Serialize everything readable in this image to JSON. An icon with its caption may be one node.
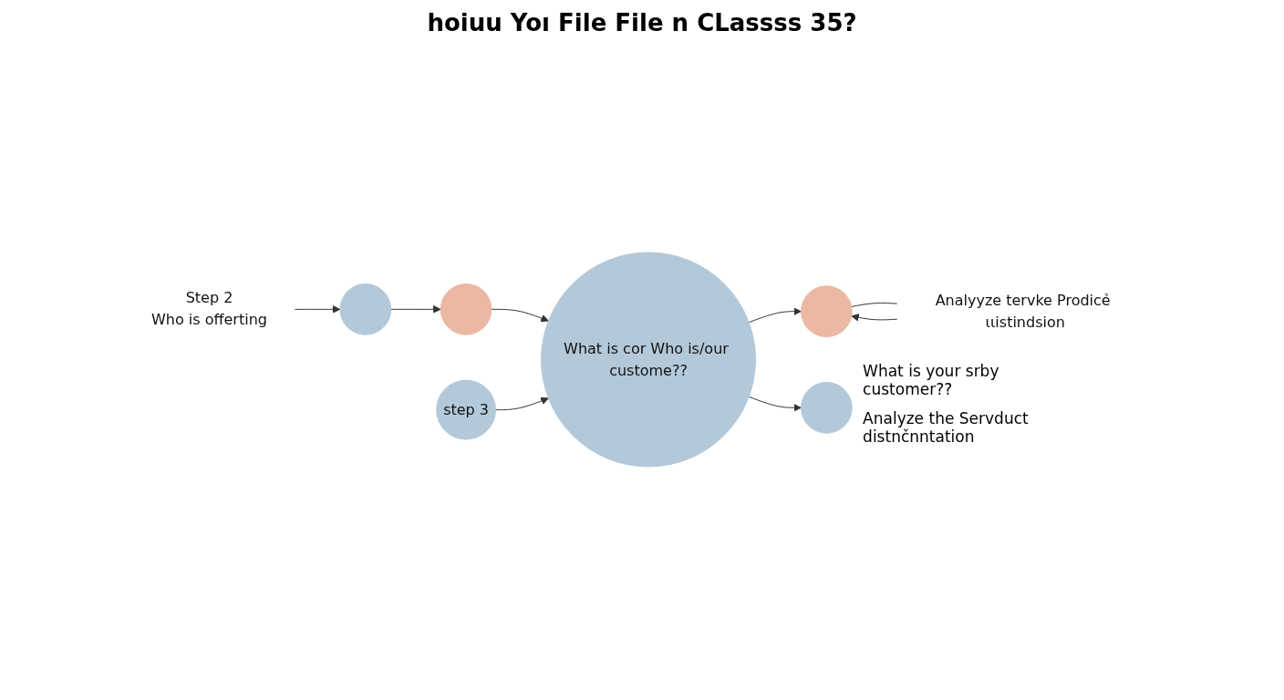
{
  "diagram": {
    "title": "hoiuu Yoı File File n CLassss 35?",
    "nodes": [
      {
        "text": [
          "Step 2",
          "Who is offerting"
        ]
      },
      {
        "text": [],
        "shape": "circle"
      },
      {
        "text": [],
        "shape": "circle"
      },
      {
        "text": [
          "step 3"
        ]
      },
      {
        "text": [
          "What is cor Who is/our custome??"
        ]
      },
      {
        "text": [],
        "shape": "circle"
      },
      {
        "text": [
          "Analyyze tervke Prodicẻ ιιistindsion"
        ]
      },
      {
        "text": [],
        "shape": "circle",
        "beside": [
          "What is your srby customer??",
          "Analyze the Servduct distnčnntation"
        ]
      }
    ],
    "edges": [
      {
        "from": 0,
        "to": 1,
        "arrow": "to"
      },
      {
        "from": 1,
        "to": 2,
        "arrow": "to"
      },
      {
        "from": 2,
        "to": 4,
        "arrow": "to"
      },
      {
        "from": 3,
        "to": 4,
        "arrow": "to"
      },
      {
        "from": 4,
        "to": 7,
        "arrow": "to"
      },
      {
        "from": 4,
        "to": 5,
        "arrow": "to"
      },
      {
        "from": 5,
        "to": 6,
        "arrow": "none"
      },
      {
        "from": 6,
        "to": 5,
        "arrow": "to"
      }
    ]
  }
}
